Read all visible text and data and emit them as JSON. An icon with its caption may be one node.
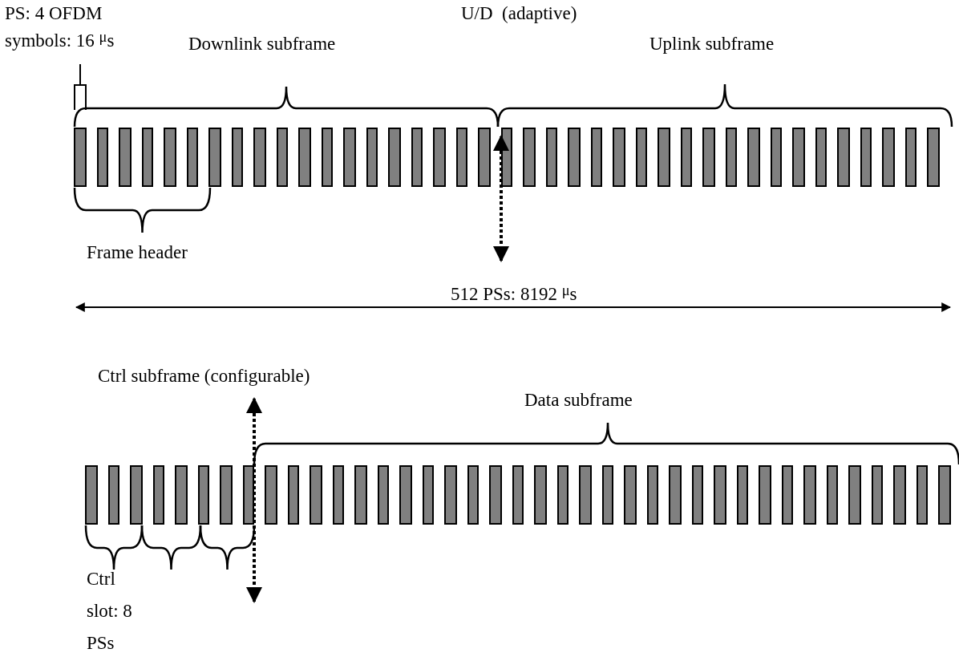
{
  "diagram": {
    "labels": [
      "PS: 4 OFDM symbols: 16 $^{μ}$s",
      "U/D  (adaptive)",
      "Downlink subframe",
      "Uplink subframe",
      "Frame header",
      "512 PSs: 8192 $^{μ}$s",
      "Ctrl subframe (configurable)",
      "Data subframe",
      "Ctrl slot: 8 PSs"
    ]
  }
}
